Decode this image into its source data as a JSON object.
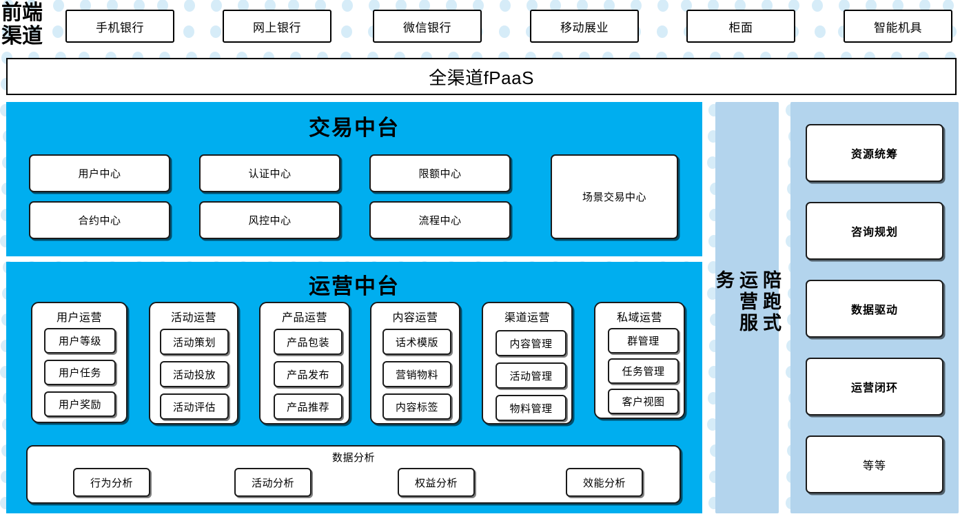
{
  "theme": {
    "accent_blue": "#00AEEF",
    "light_blue": "#B3D4ED",
    "dot_blue": "#D6ECF8",
    "card_white": "#FFFFFF",
    "outline": "#1A1A1A"
  },
  "frontend_channel": {
    "label_line1": "前端",
    "label_line2": "渠道",
    "channels": [
      {
        "label": "手机银行"
      },
      {
        "label": "网上银行"
      },
      {
        "label": "微信银行"
      },
      {
        "label": "移动展业"
      },
      {
        "label": "柜面"
      },
      {
        "label": "智能机具"
      }
    ]
  },
  "fpaas": {
    "label": "全渠道fPaaS"
  },
  "transaction_platform": {
    "title": "交易中台",
    "cards": [
      {
        "label": "用户中心"
      },
      {
        "label": "认证中心"
      },
      {
        "label": "限额中心"
      },
      {
        "label": "合约中心"
      },
      {
        "label": "风控中心"
      },
      {
        "label": "流程中心"
      },
      {
        "label": "场景交易中心"
      }
    ]
  },
  "operations_platform": {
    "title": "运营中台",
    "columns": [
      {
        "title": "用户运营",
        "items": [
          {
            "label": "用户等级"
          },
          {
            "label": "用户任务"
          },
          {
            "label": "用户奖励"
          }
        ]
      },
      {
        "title": "活动运营",
        "items": [
          {
            "label": "活动策划"
          },
          {
            "label": "活动投放"
          },
          {
            "label": "活动评估"
          }
        ]
      },
      {
        "title": "产品运营",
        "items": [
          {
            "label": "产品包装"
          },
          {
            "label": "产品发布"
          },
          {
            "label": "产品推荐"
          }
        ]
      },
      {
        "title": "内容运营",
        "items": [
          {
            "label": "话术模版"
          },
          {
            "label": "营销物料"
          },
          {
            "label": "内容标签"
          }
        ]
      },
      {
        "title": "渠道运营",
        "items": [
          {
            "label": "内容管理"
          },
          {
            "label": "活动管理"
          },
          {
            "label": "物料管理"
          }
        ]
      },
      {
        "title": "私域运营",
        "items": [
          {
            "label": "群管理"
          },
          {
            "label": "任务管理"
          },
          {
            "label": "客户视图"
          }
        ]
      }
    ],
    "analysis": {
      "title": "数据分析",
      "items": [
        {
          "label": "行为分析"
        },
        {
          "label": "活动分析"
        },
        {
          "label": "权益分析"
        },
        {
          "label": "效能分析"
        }
      ]
    }
  },
  "service_column": {
    "vertical_label": "陪跑式运营服务"
  },
  "service_capabilities": {
    "cards": [
      {
        "label": "资源统筹",
        "bold": true
      },
      {
        "label": "咨询规划",
        "bold": true
      },
      {
        "label": "数据驱动",
        "bold": true
      },
      {
        "label": "运营闭环",
        "bold": true
      },
      {
        "label": "等等",
        "bold": false
      }
    ]
  }
}
